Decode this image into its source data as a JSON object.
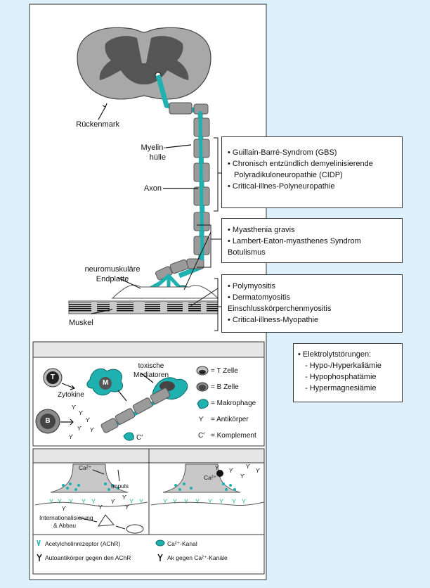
{
  "colors": {
    "background": "#ddf0fb",
    "axon": "#1fb0b0",
    "myelin": "#9a9a9a",
    "gray_matter": "#555555",
    "white_matter": "#a8a8a8",
    "panel_header": "#e6e6e6"
  },
  "main": {
    "labels": {
      "spinal_cord": "Rückenmark",
      "myelin_1": "Myelin-",
      "myelin_2": "hülle",
      "axon": "Axon",
      "endplate_1": "neuromuskuläre",
      "endplate_2": "Endplatte",
      "muscle": "Muskel"
    }
  },
  "disease_boxes": [
    {
      "items": [
        "Guillain-Barré-Syndrom (GBS)",
        "Chronisch entzündlich demyelinisierende",
        "Polyradikuloneuropathie (CIDP)",
        "Critical-illnes-Polyneuropathie"
      ]
    },
    {
      "items": [
        "Myasthenia gravis",
        "Lambert-Eaton-myasthenes Syndrom",
        "Botulismus"
      ]
    },
    {
      "items": [
        "Polymyositis",
        "Dermatomyositis",
        "Einschlusskörperchenmyositis",
        "Critical-illness-Myopathie"
      ]
    }
  ],
  "electrolyte_box": {
    "title": "Elektrolytstörungen:",
    "items": [
      "Hypo-/Hyperkaliämie",
      "Hypophosphatämie",
      "Hypermagnesiämie"
    ]
  },
  "immune_panel": {
    "cells": {
      "t": "T",
      "m": "M",
      "b": "B"
    },
    "labels": {
      "zytokine": "Zytokine",
      "toxic_1": "toxische",
      "toxic_2": "Mediatoren",
      "complement": "C′"
    },
    "legend": [
      "= T Zelle",
      "= B Zelle",
      "= Makrophage",
      "= Antikörper",
      "= Komplement"
    ],
    "legend_c": "C′"
  },
  "synapse_panel": {
    "labels": {
      "ca_left": "Ca²⁺",
      "impuls": "Impuls",
      "internalisation_1": "Internationalisierung",
      "internalisation_2": "& Abbau",
      "ca_right": "Ca²⁺"
    },
    "legend": [
      "Acetylcholinrezeptor (AChR)",
      "Autoantikörper gegen den AChR",
      "Ca²⁺-Kanal",
      "Ak gegen Ca²⁺-Kanäle"
    ]
  }
}
